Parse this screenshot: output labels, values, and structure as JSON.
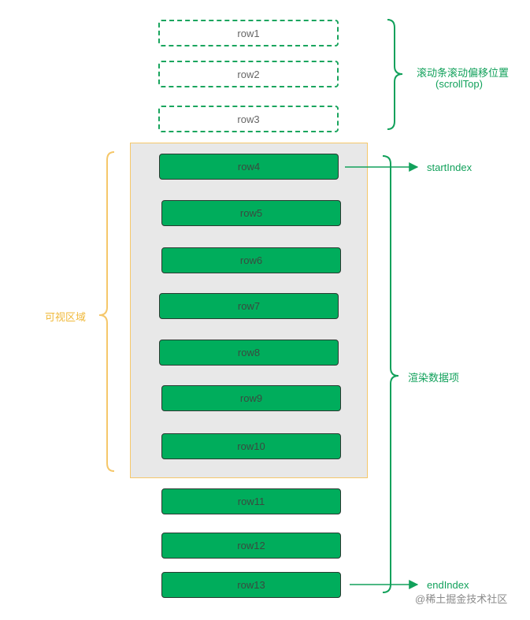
{
  "rows": {
    "scrolled_out": [
      "row1",
      "row2",
      "row3"
    ],
    "rendered": [
      "row4",
      "row5",
      "row6",
      "row7",
      "row8",
      "row9",
      "row10",
      "row11",
      "row12",
      "row13"
    ]
  },
  "labels": {
    "scroll_offset_line1": "滚动条滚动偏移位置",
    "scroll_offset_line2": "(scrollTop)",
    "start_index": "startIndex",
    "end_index": "endIndex",
    "visible_area": "可视区域",
    "rendered_items": "渲染数据项"
  },
  "watermark": "@稀土掘金技术社区",
  "colors": {
    "green": "#00ad5c",
    "green_text": "#12a15b",
    "viewport_border": "#f5c76a",
    "viewport_fill": "#e8e8e8",
    "yellow_text": "#f0b93a"
  }
}
